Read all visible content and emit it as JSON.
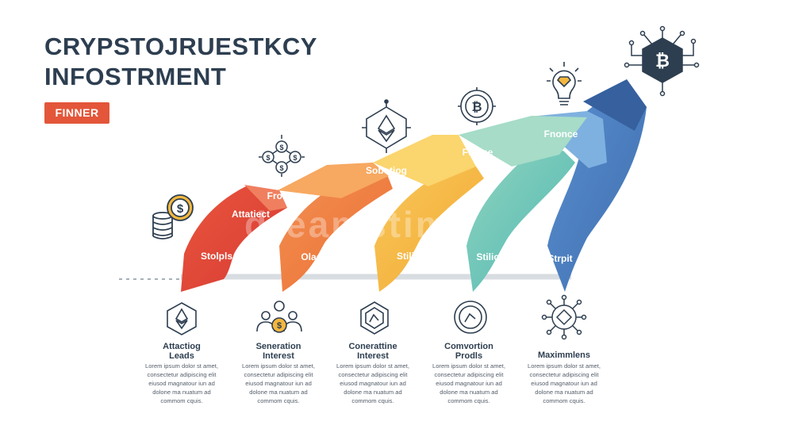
{
  "title": {
    "line1": "CRYPSTOJRUESTKCY",
    "line2": "INFOSTRMENT"
  },
  "badge": {
    "label": "FINNER"
  },
  "watermark": "dreamstime",
  "ribbons": [
    {
      "upper_label": "Attatiect",
      "lower_label": "Stolpls",
      "color": "#e04a3a"
    },
    {
      "upper_label": "Frore",
      "lower_label": "Olacipe",
      "color": "#ef7d3b"
    },
    {
      "upper_label": "Sobotiog",
      "lower_label": "Stilipe",
      "color": "#f4b73e"
    },
    {
      "upper_label": "Fumce",
      "lower_label": "Stilice",
      "color": "#5dc1b5"
    },
    {
      "upper_label": "Fnonce",
      "lower_label": "Strpit",
      "color": "#4a7fbf"
    }
  ],
  "steps": [
    {
      "title_line1": "Attactiog",
      "title_line2": "Leads",
      "icon": "ethereum-hexagon-icon",
      "body": [
        "Lorem ipsum dolor st amet,",
        "consectetur adipiscing elit",
        "eiusod magnatour iun ad",
        "dolone ma nuatum ad",
        "commom cquis."
      ]
    },
    {
      "title_line1": "Seneration",
      "title_line2": "Interest",
      "icon": "people-coin-icon",
      "body": [
        "Lorem ipsum dolor st amet,",
        "consectetur adipiscing elit",
        "eiusod magnatour iun ad",
        "dolone ma nuatum ad",
        "commom cquis."
      ]
    },
    {
      "title_line1": "Conerattine",
      "title_line2": "Interest",
      "icon": "hexagon-chart-icon",
      "body": [
        "Lorem ipsum dolor st amet,",
        "consectetur adipiscing elit",
        "eiusod magnatour iun ad",
        "dolone ma nuatum ad",
        "commom cquis."
      ]
    },
    {
      "title_line1": "Comvortion",
      "title_line2": "Prodls",
      "icon": "coin-chart-icon",
      "body": [
        "Lorem ipsum dolor st amet,",
        "consectetur adipiscing elit",
        "eiusod magnatour iun ad",
        "dolone ma nuatum ad",
        "commom cquis."
      ]
    },
    {
      "title_line1": "Maximmlens",
      "title_line2": "",
      "icon": "network-diamond-icon",
      "body": [
        "Lorem ipsum dolor st amet,",
        "consectetur adipiscing elit",
        "eiusod magnatour iun ad",
        "dolone ma nuatum ad",
        "commom cquis."
      ]
    }
  ],
  "top_icons": {
    "coin_stack": "coin-stack-dollar-icon",
    "dollar_network": "dollar-network-icon",
    "ethereum_network": "ethereum-network-icon",
    "bitcoin_circle": "bitcoin-circle-icon",
    "lightbulb": "lightbulb-diamond-icon",
    "bitcoin_hexagon": "bitcoin-hexagon-icon"
  },
  "bitcoin_symbol": "₿",
  "dollar_symbol": "$",
  "colors": {
    "title": "#2d3e50",
    "badge": "#e3563a",
    "icon_stroke": "#2d3e50"
  }
}
